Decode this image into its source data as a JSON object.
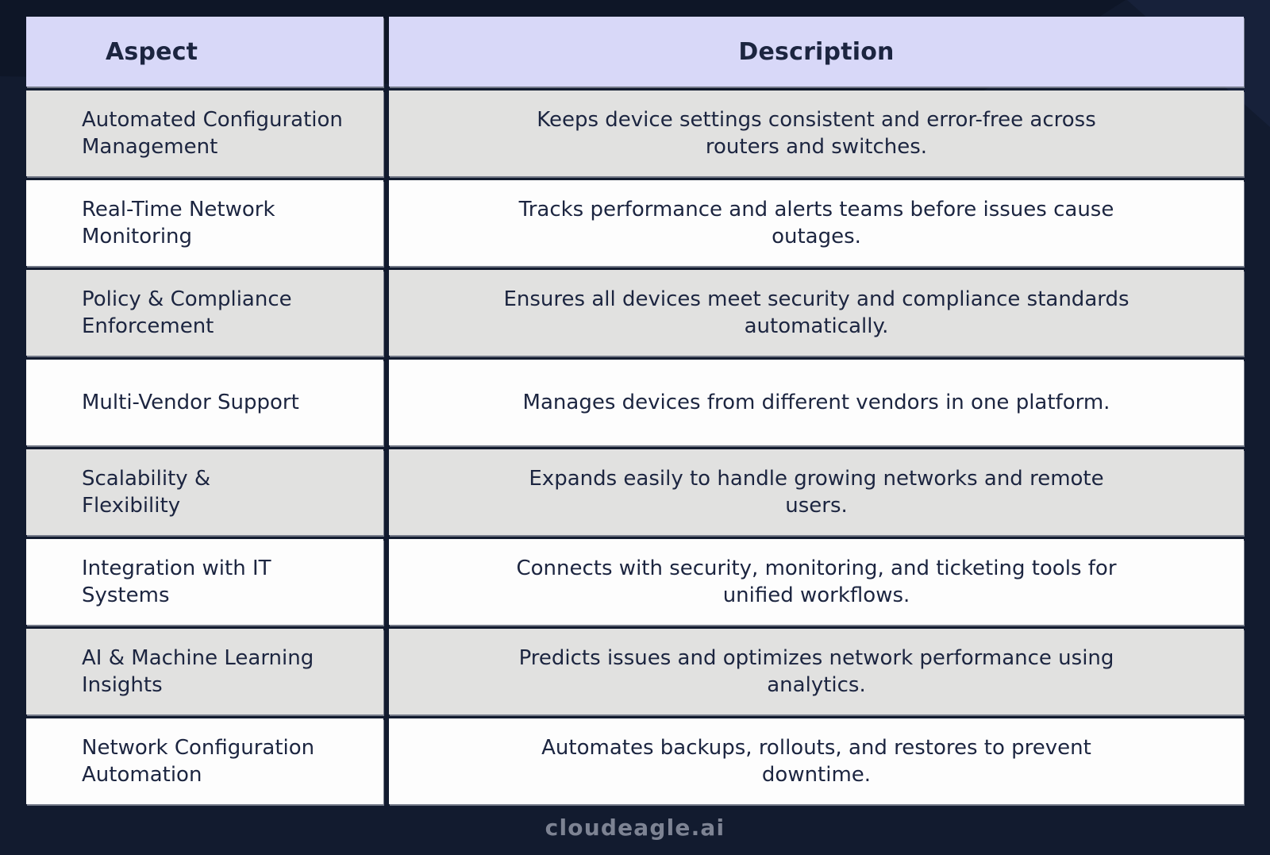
{
  "colors": {
    "background": "#121b2f",
    "background_shape_dark": "#0e1627",
    "background_corner_light": "#17213a",
    "header_bg": "#d8d8f8",
    "row_shaded_bg": "#e1e1e0",
    "row_plain_bg": "#fdfdfd",
    "text": "#1c2540",
    "logo_color": "#7d8393"
  },
  "table": {
    "columns": [
      {
        "label": "Aspect"
      },
      {
        "label": "Description"
      }
    ],
    "rows": [
      {
        "aspect": "Automated Configuration\nManagement",
        "description": "Keeps device settings consistent and error-free across\nrouters and switches."
      },
      {
        "aspect": "Real-Time Network\nMonitoring",
        "description": "Tracks performance and alerts teams before issues cause\noutages."
      },
      {
        "aspect": "Policy & Compliance\nEnforcement",
        "description": "Ensures all devices meet security and compliance standards\nautomatically."
      },
      {
        "aspect": "Multi-Vendor Support",
        "description": "Manages devices from different vendors in one platform."
      },
      {
        "aspect": "Scalability &\nFlexibility",
        "description": "Expands easily to handle growing networks and remote\nusers."
      },
      {
        "aspect": "Integration with IT\nSystems",
        "description": "Connects with security, monitoring, and ticketing tools for\nunified workflows."
      },
      {
        "aspect": "AI & Machine Learning\nInsights",
        "description": "Predicts issues and optimizes network performance using\nanalytics."
      },
      {
        "aspect": "Network Configuration\nAutomation",
        "description": "Automates backups, rollouts, and restores to prevent\ndowntime."
      }
    ]
  },
  "footer": {
    "logo_text": "cloudeagle.ai"
  }
}
